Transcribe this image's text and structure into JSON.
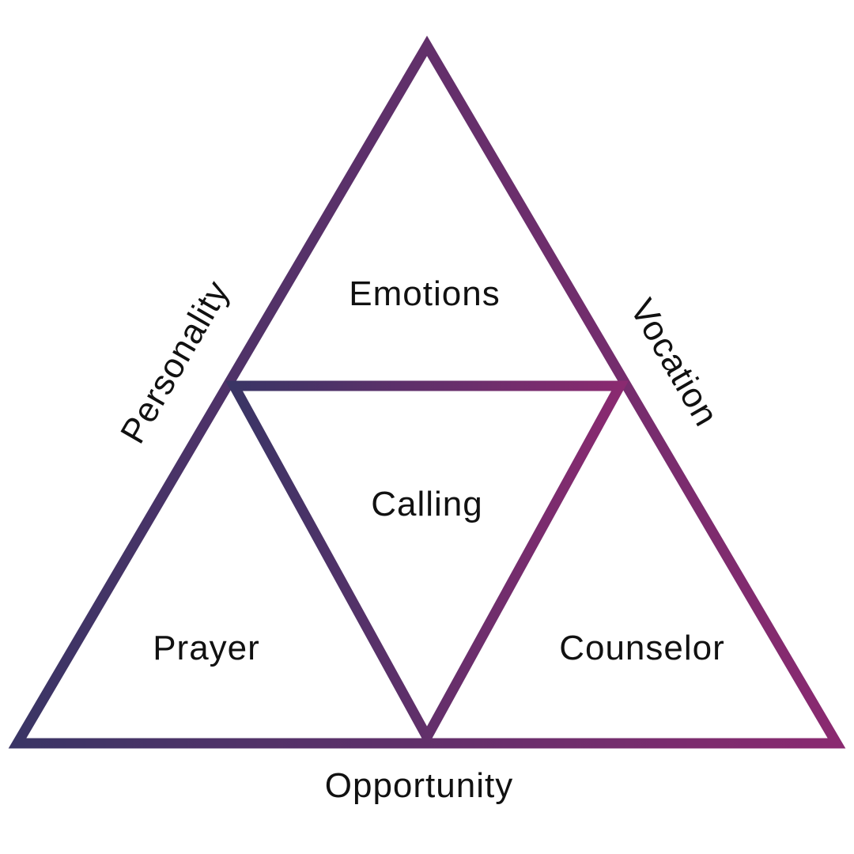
{
  "diagram": {
    "sides": {
      "left": "Personality",
      "right": "Vocation",
      "bottom": "Opportunity"
    },
    "sections": {
      "top": "Emotions",
      "center": "Calling",
      "bottom_left": "Prayer",
      "bottom_right": "Counselor"
    }
  },
  "colors": {
    "gradient_start": "#3a3565",
    "gradient_end": "#8a2a70",
    "text": "#111111",
    "background": "#ffffff"
  }
}
